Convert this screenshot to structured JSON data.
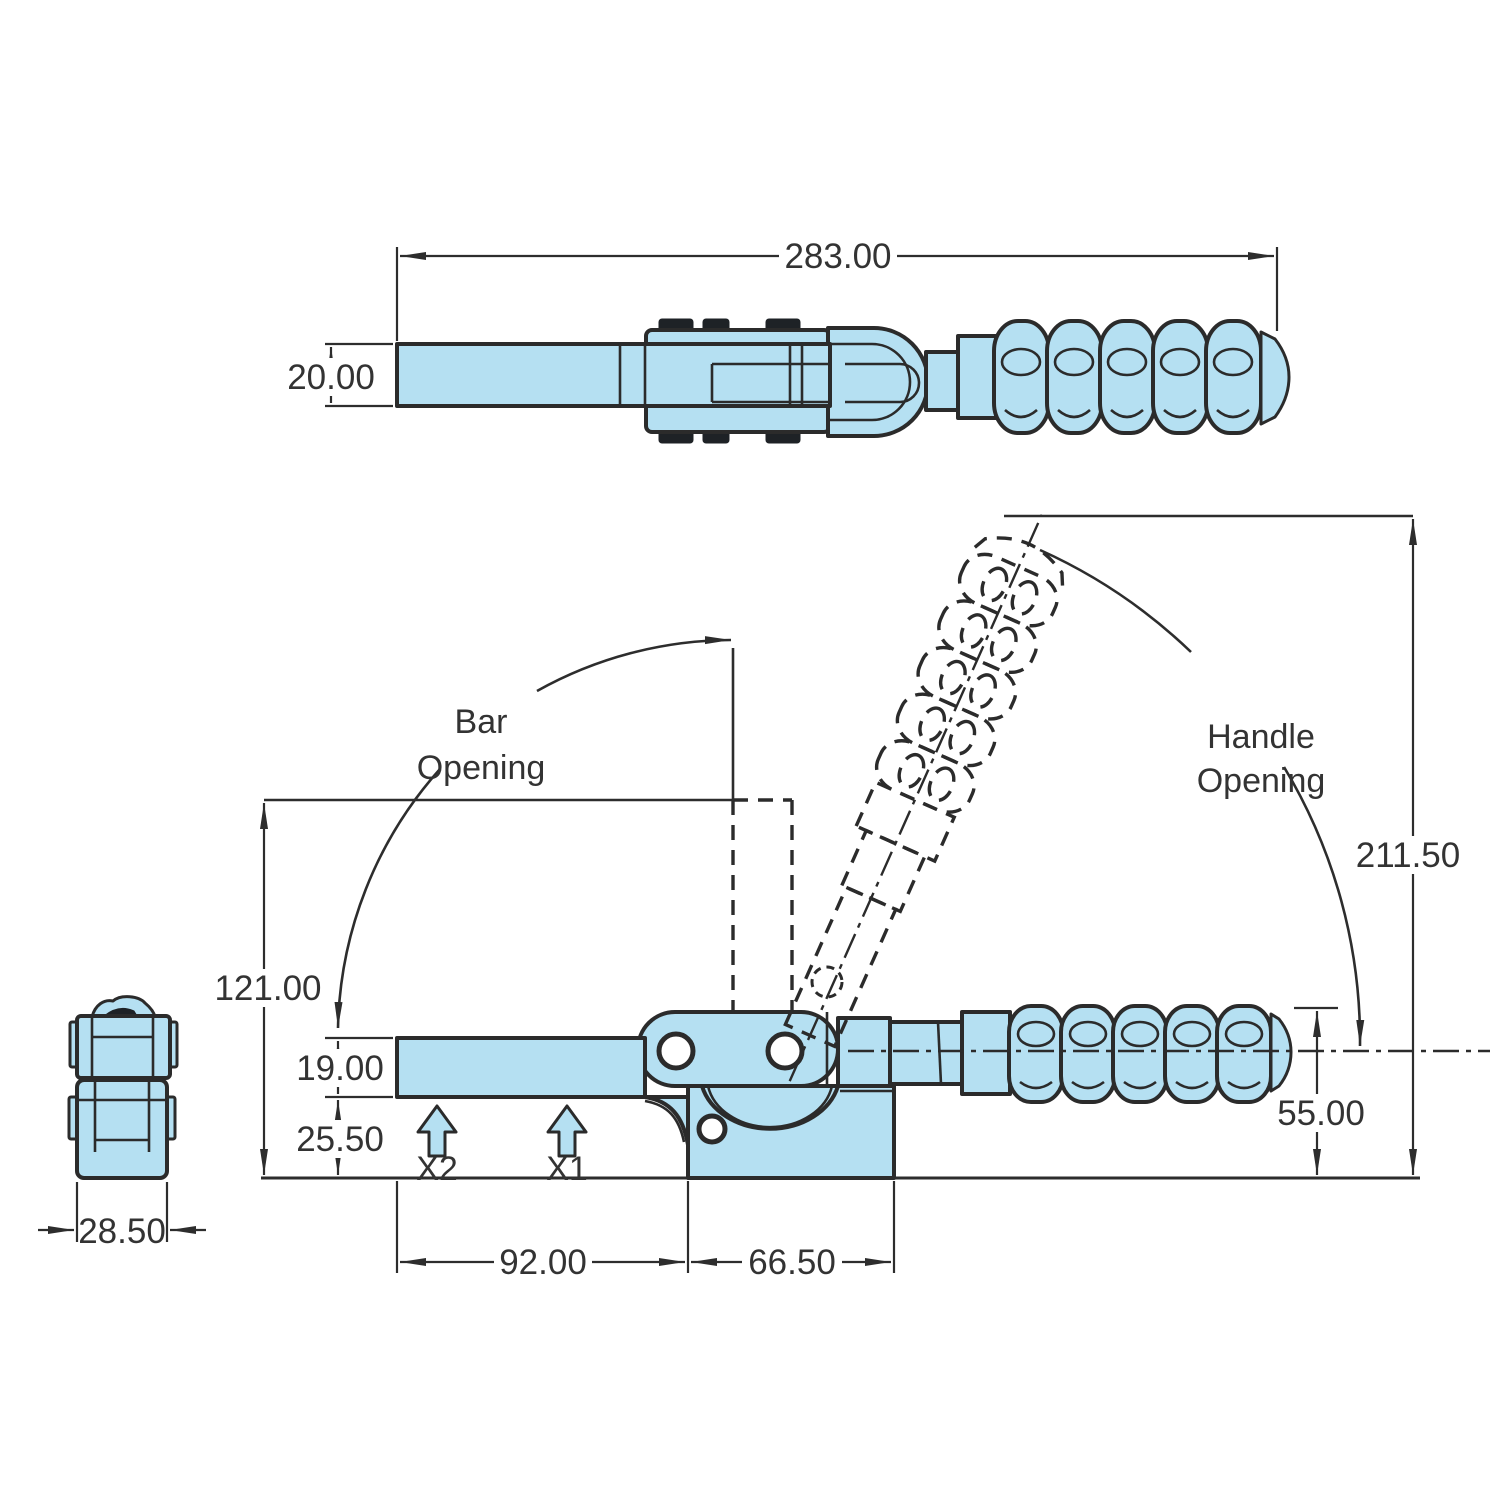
{
  "drawing": {
    "type": "engineering-dimension-drawing",
    "subject": "latch toggle clamp, three orthographic views",
    "colors": {
      "part_fill": "#b5e0f2",
      "line": "#2b2b2b",
      "dimension": "#2d2d2d",
      "background": "#ffffff",
      "dark_detail": "#1e2226"
    },
    "dims": {
      "top_length": "283.00",
      "top_bar_width": "20.00",
      "open_height": "121.00",
      "bar_thickness": "19.00",
      "bar_to_base": "25.50",
      "end_width": "28.50",
      "base_left_span": "92.00",
      "base_block_span": "66.50",
      "handle_height": "55.00",
      "handle_up_height": "211.50"
    },
    "labels": {
      "bar_opening_line1": "Bar",
      "bar_opening_line2": "Opening",
      "handle_opening_line1": "Handle",
      "handle_opening_line2": "Opening",
      "force_point_1": "X1",
      "force_point_2": "X2"
    }
  }
}
